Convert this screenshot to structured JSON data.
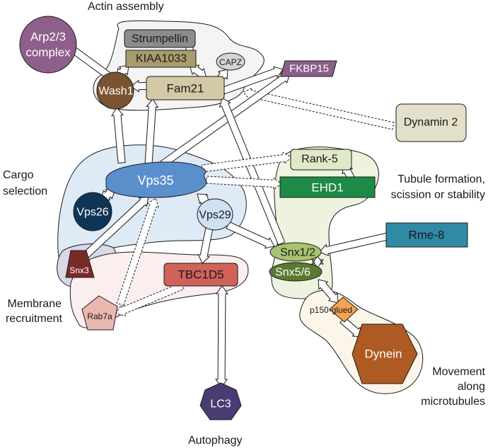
{
  "diagram": {
    "type": "protein-interaction-network",
    "region_labels": {
      "actin": "Actin assembly",
      "cargo": [
        "Cargo",
        "selection"
      ],
      "membrane": [
        "Membrane",
        "recruitment"
      ],
      "tubule": [
        "Tubule formation,",
        "scission or stability"
      ],
      "movement": [
        "Movement",
        "along",
        "microtubules"
      ],
      "autophagy": "Autophagy"
    },
    "nodes": {
      "arp23": {
        "label": [
          "Arp2/3",
          "complex"
        ],
        "shape": "circle",
        "color": "#8f5f8c"
      },
      "strumpellin": {
        "label": "Strumpellin",
        "shape": "rounded-rect",
        "color": "#8c8c8c"
      },
      "kiaa1033": {
        "label": "KIAA1033",
        "shape": "rect",
        "color": "#a89c6c"
      },
      "capz": {
        "label": "CAPZ",
        "shape": "ellipse",
        "color": "#d4d4d4"
      },
      "wash1": {
        "label": "Wash1",
        "shape": "circle",
        "color": "#7a5431"
      },
      "fam21": {
        "label": "Fam21",
        "shape": "rounded-rect",
        "color": "#d3c9a6"
      },
      "fkbp15": {
        "label": "FKBP15",
        "shape": "parallelogram",
        "color": "#8a5f8a"
      },
      "dynamin2": {
        "label": "Dynamin 2",
        "shape": "rounded-rect",
        "color": "#e3dfc9"
      },
      "vps35": {
        "label": "Vps35",
        "shape": "ellipse",
        "color": "#5b8fcc"
      },
      "vps26": {
        "label": "Vps26",
        "shape": "circle",
        "color": "#0f3556"
      },
      "vps29": {
        "label": "Vps29",
        "shape": "ellipse",
        "color": "#cfe0f3"
      },
      "rank5": {
        "label": "Rank-5",
        "shape": "rounded-rect",
        "color": "#dfe8c8"
      },
      "ehd1": {
        "label": "EHD1",
        "shape": "rect",
        "color": "#1e8a46"
      },
      "rme8": {
        "label": "Rme-8",
        "shape": "rect",
        "color": "#2f8aa6"
      },
      "snx12": {
        "label": "Snx1/2",
        "shape": "ellipse",
        "color": "#a8c26e"
      },
      "snx56": {
        "label": "Snx5/6",
        "shape": "ellipse",
        "color": "#5a7a32"
      },
      "snx3": {
        "label": "Snx3",
        "shape": "trapezoid",
        "color": "#7a2a26"
      },
      "tbc1d5": {
        "label": "TBC1D5",
        "shape": "rounded-rect",
        "color": "#d0625a"
      },
      "rab7a": {
        "label": "Rab7a",
        "shape": "pentagon",
        "color": "#eab8b0"
      },
      "p150glued": {
        "label": "p150-glued",
        "shape": "diamond",
        "color": "#f4a250"
      },
      "dynein": {
        "label": "Dynein",
        "shape": "hexagon",
        "color": "#ad5b22"
      },
      "lc3": {
        "label": "LC3",
        "shape": "heptagon",
        "color": "#4a3c72"
      }
    },
    "edges": [
      {
        "from": "wash1",
        "to": "arp23",
        "style": "solid",
        "direction": "forward"
      },
      {
        "from": "strumpellin",
        "to": "kiaa1033",
        "style": "solid",
        "direction": "both"
      },
      {
        "from": "kiaa1033",
        "to": "wash1",
        "style": "solid",
        "direction": "both"
      },
      {
        "from": "kiaa1033",
        "to": "fam21",
        "style": "solid",
        "direction": "both"
      },
      {
        "from": "wash1",
        "to": "fam21",
        "style": "solid",
        "direction": "both"
      },
      {
        "from": "fam21",
        "to": "capz",
        "style": "solid",
        "direction": "forward"
      },
      {
        "from": "fam21",
        "to": "fkbp15",
        "style": "solid",
        "direction": "forward"
      },
      {
        "from": "dynamin2",
        "to": "fam21",
        "style": "dashed",
        "direction": "forward"
      },
      {
        "from": "vps35",
        "to": "wash1",
        "style": "solid",
        "direction": "forward"
      },
      {
        "from": "vps35",
        "to": "fam21",
        "style": "solid",
        "direction": "forward"
      },
      {
        "from": "vps35",
        "to": "fkbp15",
        "style": "solid",
        "direction": "forward"
      },
      {
        "from": "snx12",
        "to": "fam21",
        "style": "solid",
        "direction": "forward"
      },
      {
        "from": "vps35",
        "to": "rank5",
        "style": "dashed",
        "direction": "forward"
      },
      {
        "from": "vps35",
        "to": "ehd1",
        "style": "dashed",
        "direction": "forward"
      },
      {
        "from": "ehd1",
        "to": "rank5",
        "style": "solid",
        "direction": "forward"
      },
      {
        "from": "vps35",
        "to": "vps26",
        "style": "solid",
        "direction": "both"
      },
      {
        "from": "vps35",
        "to": "vps29",
        "style": "solid",
        "direction": "both"
      },
      {
        "from": "snx3",
        "to": "vps35",
        "style": "solid",
        "direction": "forward"
      },
      {
        "from": "rab7a",
        "to": "vps35",
        "style": "dashed",
        "direction": "forward"
      },
      {
        "from": "tbc1d5",
        "to": "rab7a",
        "style": "dashed",
        "direction": "forward"
      },
      {
        "from": "vps29",
        "to": "tbc1d5",
        "style": "solid",
        "direction": "forward"
      },
      {
        "from": "vps29",
        "to": "snx12",
        "style": "solid",
        "direction": "forward"
      },
      {
        "from": "rme8",
        "to": "snx12",
        "style": "solid",
        "direction": "forward"
      },
      {
        "from": "snx12",
        "to": "snx56",
        "style": "solid",
        "direction": "both"
      },
      {
        "from": "snx56",
        "to": "p150glued",
        "style": "solid",
        "direction": "both"
      },
      {
        "from": "p150glued",
        "to": "dynein",
        "style": "solid",
        "direction": "forward"
      },
      {
        "from": "lc3",
        "to": "tbc1d5",
        "style": "solid",
        "direction": "both"
      }
    ]
  }
}
